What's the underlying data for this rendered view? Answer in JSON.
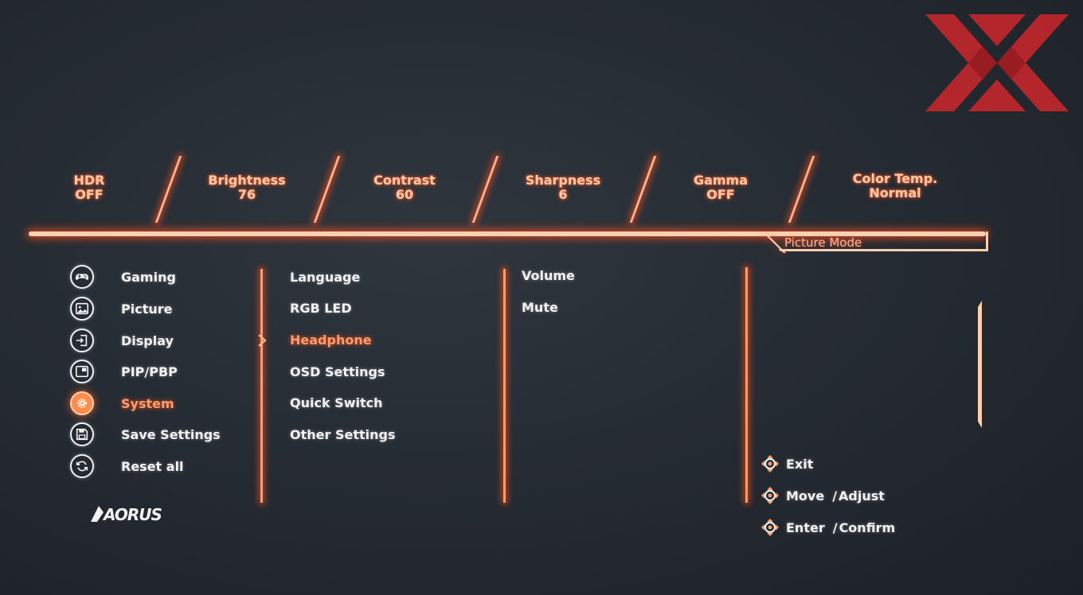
{
  "quick_settings": [
    {
      "label": "HDR",
      "value": "OFF"
    },
    {
      "label": "Brightness",
      "value": "76"
    },
    {
      "label": "Contrast",
      "value": "60"
    },
    {
      "label": "Sharpness",
      "value": "6"
    },
    {
      "label": "Gamma",
      "value": "OFF"
    },
    {
      "label": "Color Temp.",
      "value": "Normal"
    }
  ],
  "picture_mode": {
    "label": "Picture Mode"
  },
  "main_menu": [
    {
      "label": "Gaming",
      "icon": "gamepad-icon"
    },
    {
      "label": "Picture",
      "icon": "picture-icon"
    },
    {
      "label": "Display",
      "icon": "display-input-icon"
    },
    {
      "label": "PIP/PBP",
      "icon": "pip-icon"
    },
    {
      "label": "System",
      "icon": "gear-icon",
      "active": true
    },
    {
      "label": "Save Settings",
      "icon": "floppy-icon"
    },
    {
      "label": "Reset all",
      "icon": "reset-icon"
    }
  ],
  "system_menu": [
    {
      "label": "Language"
    },
    {
      "label": "RGB LED"
    },
    {
      "label": "Headphone",
      "active": true
    },
    {
      "label": "OSD Settings"
    },
    {
      "label": "Quick Switch"
    },
    {
      "label": "Other Settings"
    }
  ],
  "headphone_menu": [
    {
      "label": "Volume"
    },
    {
      "label": "Mute"
    }
  ],
  "hints": [
    {
      "label": "Exit",
      "icon": "joystick-icon"
    },
    {
      "label": "Move",
      "sep": "/",
      "label2": "Adjust",
      "icon": "joystick-icon"
    },
    {
      "label": "Enter",
      "sep": "/",
      "label2": "Confirm",
      "icon": "joystick-icon"
    }
  ],
  "brand": {
    "logo_text": "AORUS"
  },
  "colors": {
    "accent": "#ff8a4a",
    "glow": "#ffcfb0",
    "watermark": "#c0262c"
  }
}
